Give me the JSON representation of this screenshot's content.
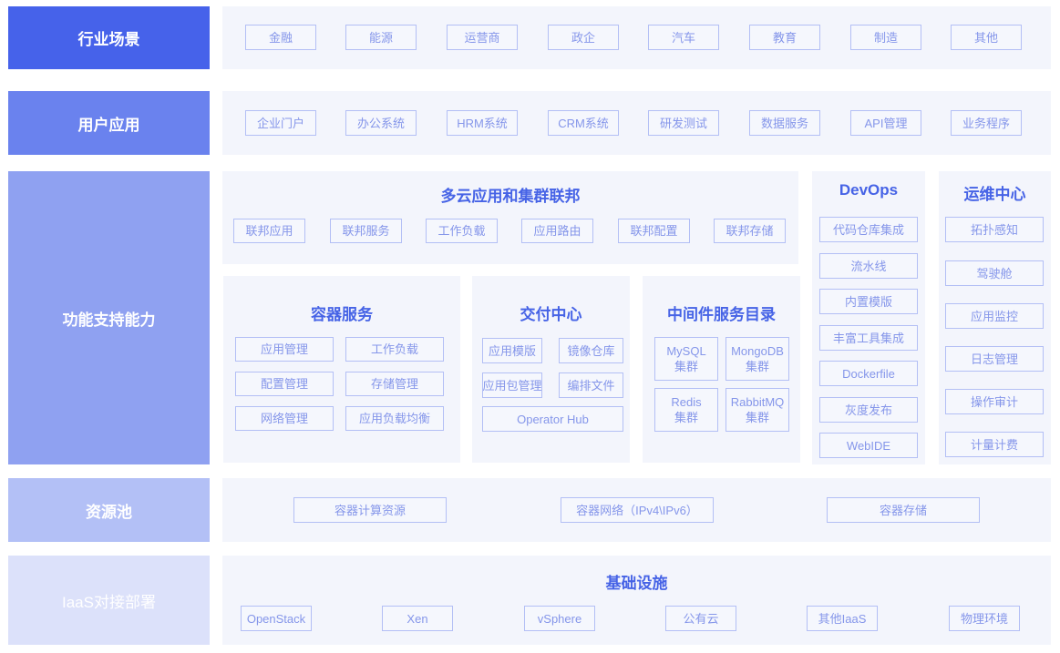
{
  "layers": {
    "industry": {
      "label": "行业场景",
      "items": [
        "金融",
        "能源",
        "运营商",
        "政企",
        "汽车",
        "教育",
        "制造",
        "其他"
      ]
    },
    "apps": {
      "label": "用户应用",
      "items": [
        "企业门户",
        "办公系统",
        "HRM系统",
        "CRM系统",
        "研发测试",
        "数据服务",
        "API管理",
        "业务程序"
      ]
    },
    "capability": {
      "label": "功能支持能力",
      "federation": {
        "title": "多云应用和集群联邦",
        "items": [
          "联邦应用",
          "联邦服务",
          "工作负载",
          "应用路由",
          "联邦配置",
          "联邦存储"
        ]
      },
      "container": {
        "title": "容器服务",
        "items": [
          "应用管理",
          "工作负载",
          "配置管理",
          "存储管理",
          "网络管理",
          "应用负载均衡"
        ]
      },
      "delivery": {
        "title": "交付中心",
        "items": [
          "应用模版",
          "镜像仓库",
          "应用包管理",
          "编排文件",
          "Operator Hub"
        ]
      },
      "middleware": {
        "title": "中间件服务目录",
        "items": [
          {
            "name": "MySQL",
            "sub": "集群"
          },
          {
            "name": "MongoDB",
            "sub": "集群"
          },
          {
            "name": "Redis",
            "sub": "集群"
          },
          {
            "name": "RabbitMQ",
            "sub": "集群"
          }
        ]
      },
      "devops": {
        "title": "DevOps",
        "items": [
          "代码仓库集成",
          "流水线",
          "内置模版",
          "丰富工具集成",
          "Dockerfile",
          "灰度发布",
          "WebIDE"
        ]
      },
      "ops": {
        "title": "运维中心",
        "items": [
          "拓扑感知",
          "驾驶舱",
          "应用监控",
          "日志管理",
          "操作审计",
          "计量计费"
        ]
      }
    },
    "resources": {
      "label": "资源池",
      "items": [
        "容器计算资源",
        "容器网络（IPv4\\IPv6）",
        "容器存储"
      ]
    },
    "iaas": {
      "label": "IaaS对接部署",
      "title": "基础设施",
      "items": [
        "OpenStack",
        "Xen",
        "vSphere",
        "公有云",
        "其他IaaS",
        "物理环境"
      ]
    }
  },
  "colors": {
    "row1": "#4662ea",
    "row2": "#6a82ee",
    "row3": "#8fa1f1",
    "row4": "#b3c0f6",
    "row5": "#dce1fa",
    "panel": "#f3f5fc",
    "accent": "#4663e6"
  }
}
